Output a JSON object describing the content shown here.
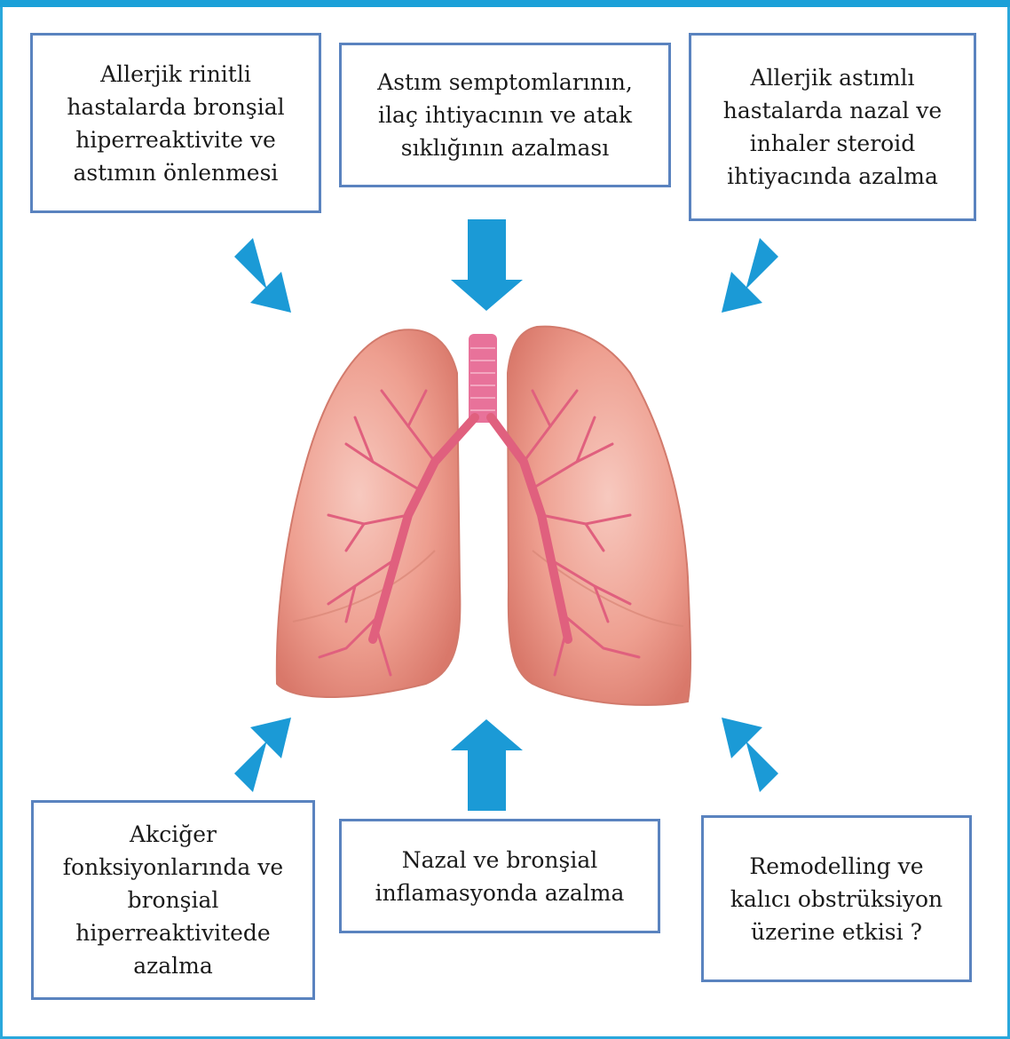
{
  "boxes": {
    "top_left": "Allerjik rinitli\nhastalarda bronşial\nhiperreaktivite ve\nastımın önlenmesi",
    "top_center": "Astım semptomlarının,\nilaç ihtiyacının ve atak\nsıklığının azalması",
    "top_right": "Allerjik astımlı\nhastalarda nazal ve\ninhaler steroid\nihtiyacında azalma",
    "bottom_left": "Akciğer\nfonksiyonlarında ve\nbronşial\nhiperreaktivitede\nazalma",
    "bottom_center": "Nazal ve bronşial\ninflamasyonda azalma",
    "bottom_right": "Remodelling ve\nkalıcı obstrüksiyon\nüzerine etkisi ?"
  },
  "colors": {
    "arrow": "#1b9ad6",
    "box_border": "#5a83bf",
    "frame": "#29a8dc",
    "lung": "#ee9a8c",
    "trachea": "#e8729a"
  },
  "icons": {
    "center_image": "lungs-illustration",
    "arrows": "block-arrow-icon"
  }
}
